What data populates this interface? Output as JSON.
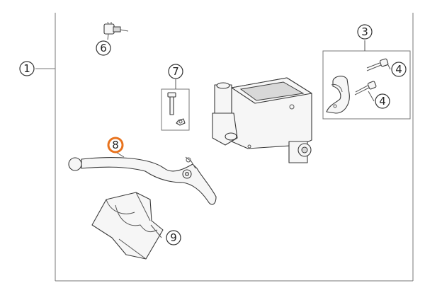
{
  "callouts": [
    {
      "id": "1",
      "label": "1"
    },
    {
      "id": "3",
      "label": "3"
    },
    {
      "id": "4a",
      "label": "4"
    },
    {
      "id": "4b",
      "label": "4"
    },
    {
      "id": "6",
      "label": "6"
    },
    {
      "id": "7",
      "label": "7"
    },
    {
      "id": "8",
      "label": "8",
      "highlighted": true
    },
    {
      "id": "9",
      "label": "9"
    }
  ],
  "colors": {
    "highlight": "#e8731e",
    "outline": "#3a3a3a",
    "frame": "#777777"
  }
}
